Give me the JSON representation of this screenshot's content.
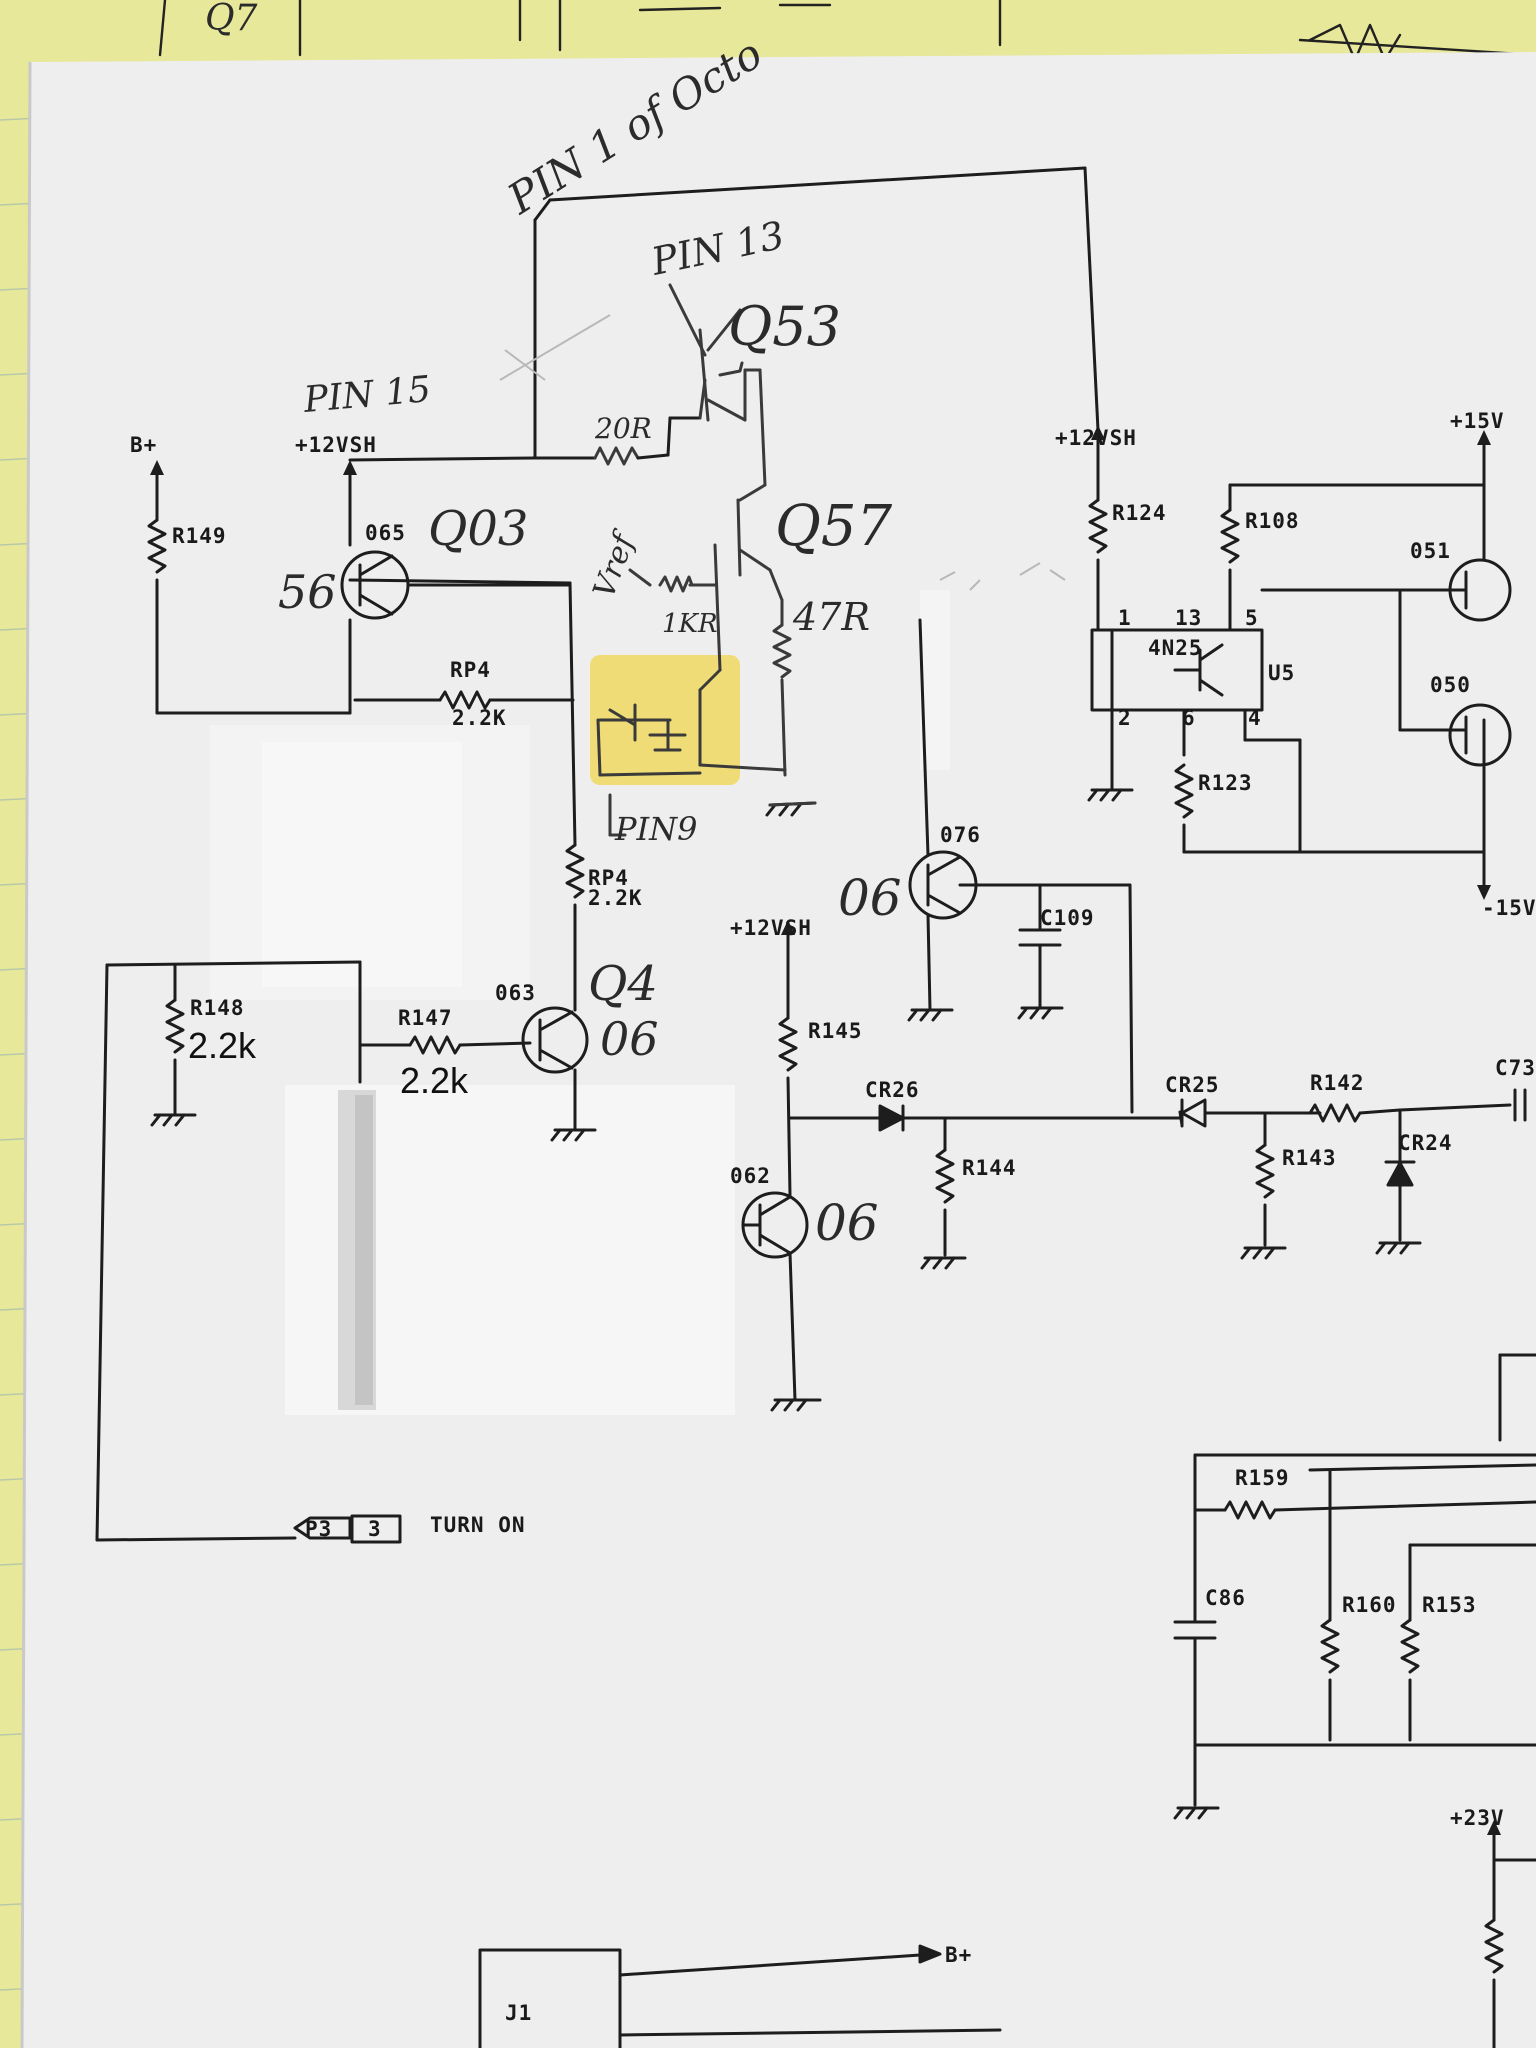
{
  "labels": {
    "pin1": "PIN 1 of Octo",
    "pin13": "PIN 13",
    "q53": "Q53",
    "pin15": "PIN 15",
    "r20": "20R",
    "q57": "Q57",
    "vref": "Vref",
    "r1k": "1KR",
    "r47": "47R",
    "pin9": "PIN9",
    "q03": "Q03",
    "q03_num": "56",
    "q4": "Q4",
    "q4_num": "06",
    "q06a": "06",
    "q06b": "06",
    "bplus": "B+",
    "v12sh_left": "+12VSH",
    "v12sh_mid": "+12VSH",
    "v12sh_right": "+12VSH",
    "r149": "R149",
    "q65": "065",
    "rp4_top": "RP4",
    "rp4_top_val": "2.2K",
    "rp4_mid": "RP4",
    "rp4_mid_val": "2.2K",
    "q63": "063",
    "r148": "R148",
    "r148_val": "2.2k",
    "r147": "R147",
    "r147_val": "2.2k",
    "turn_on": "TURN ON",
    "p3": "P3",
    "p3_pin": "3",
    "r145": "R145",
    "q62": "062",
    "cr26": "CR26",
    "r144": "R144",
    "q76": "076",
    "c109": "C109",
    "cr25": "CR25",
    "r142": "R142",
    "r143": "R143",
    "cr24": "CR24",
    "c73": "C73",
    "r124": "R124",
    "r108": "R108",
    "v15p": "+15V",
    "v15n": "-15V",
    "u5_pin1": "1",
    "u5_pin13": "13",
    "u5_pin5": "5",
    "u5_pin2": "2",
    "u5_pin6": "6",
    "u5_pin4": "4",
    "u5_name": "4N25",
    "u5": "U5",
    "r123": "R123",
    "q51": "051",
    "q50": "050",
    "r159": "R159",
    "c86": "C86",
    "r160": "R160",
    "r153": "R153",
    "v23": "+23V",
    "j1": "J1",
    "bplus_out": "B+",
    "top_scrawl": "Q7"
  }
}
